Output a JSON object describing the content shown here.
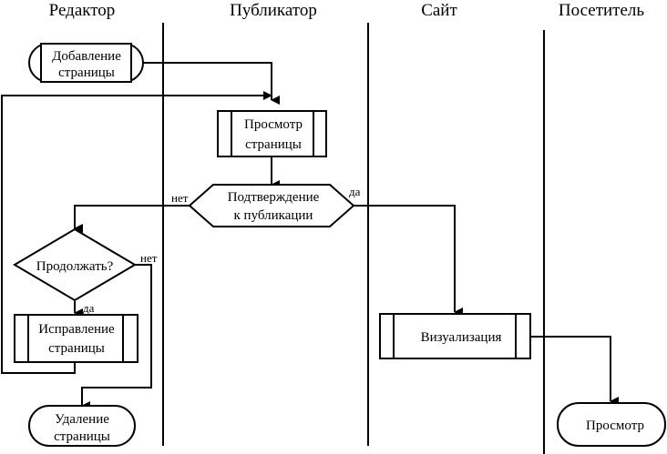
{
  "lanes": [
    "Редактор",
    "Публикатор",
    "Сайт",
    "Посетитель"
  ],
  "nodes": {
    "add_page": [
      "Добавление",
      "страницы"
    ],
    "view_page": [
      "Просмотр",
      "страницы"
    ],
    "confirm": [
      "Подтверждение",
      "к публикации"
    ],
    "continue": "Продолжать?",
    "fix_page": [
      "Исправление",
      "страницы"
    ],
    "delete_page": [
      "Удаление",
      "страницы"
    ],
    "visualize": "Визуализация",
    "view": "Просмотр"
  },
  "edge_labels": {
    "confirm_no": "нет",
    "confirm_yes": "да",
    "continue_no": "нет",
    "continue_yes": "да"
  }
}
